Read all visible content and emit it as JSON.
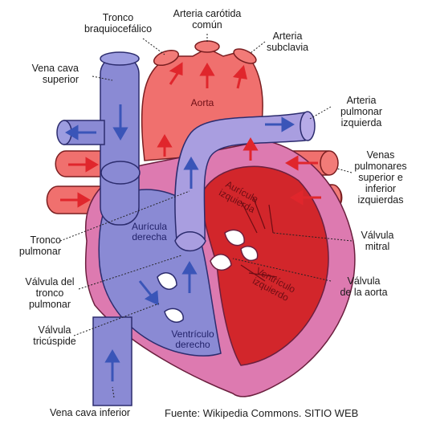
{
  "labels": {
    "tronco_braquiocefalico": "Tronco\nbraquiocefálico",
    "arteria_carotida": "Arteria carótida\ncomún",
    "arteria_subclavia": "Arteria\nsubclavia",
    "vena_cava_superior": "Vena cava\nsuperior",
    "aorta": "Aorta",
    "arteria_pulmonar_izquierda": "Arteria\npulmonar\nizquierda",
    "venas_pulmonares": "Venas\npulmonares\nsuperior e\ninferior\nizquierdas",
    "auricula_izquierda": "Aurícula\nizquierda",
    "auricula_derecha": "Aurícula\nderecha",
    "tronco_pulmonar": "Tronco\npulmonar",
    "valvula_mitral": "Válvula\nmitral",
    "valvula_tronco_pulmonar": "Válvula del\ntronco\npulmonar",
    "ventriculo_izquierdo": "Ventrículo\nizquierdo",
    "valvula_aorta": "Válvula\nde la aorta",
    "valvula_tricuspide": "Válvula\ntricúspide",
    "ventriculo_derecho": "Ventrículo\nderecho",
    "vena_cava_inferior": "Vena cava inferior"
  },
  "footer": "Fuente: Wikipedia Commons.  SITIO WEB",
  "colors": {
    "deoxygenated": "#8a8ad4",
    "oxygenated": "#f0706e",
    "dark_red": "#d2262b",
    "wall": "#dd7ab0",
    "arrow_blue": "#3a55b8",
    "arrow_red": "#e0262c"
  }
}
